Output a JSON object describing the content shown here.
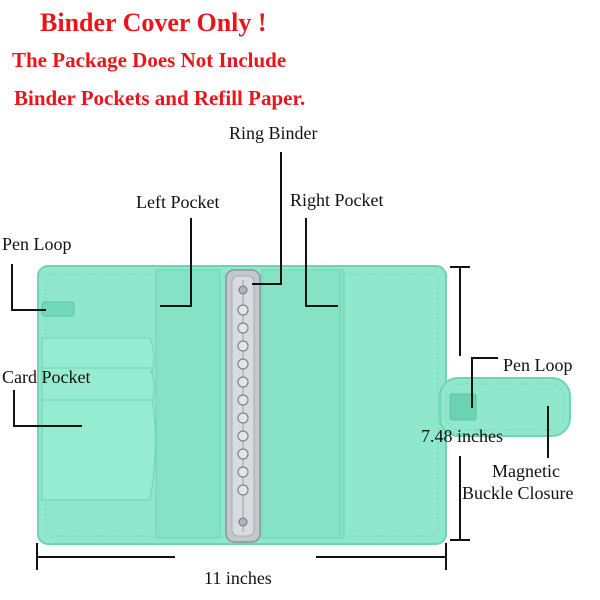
{
  "headings": {
    "line1": "Binder Cover Only !",
    "line2": "The Package Does Not Include",
    "line3": "Binder Pockets and Refill Paper."
  },
  "labels": {
    "ring_binder": "Ring Binder",
    "left_pocket": "Left Pocket",
    "right_pocket": "Right Pocket",
    "pen_loop_left": "Pen Loop",
    "card_pocket": "Card Pocket",
    "pen_loop_right": "Pen Loop",
    "height": "7.48 inches",
    "magnetic_line1": "Magnetic",
    "magnetic_line2": "Buckle Closure",
    "width": "11 inches"
  },
  "colors": {
    "heading": "#e8161b",
    "cover": "#8fe8cc",
    "cover_dark": "#6fd3b4",
    "ring_metal": "#c4c8cc",
    "line": "#111111"
  }
}
